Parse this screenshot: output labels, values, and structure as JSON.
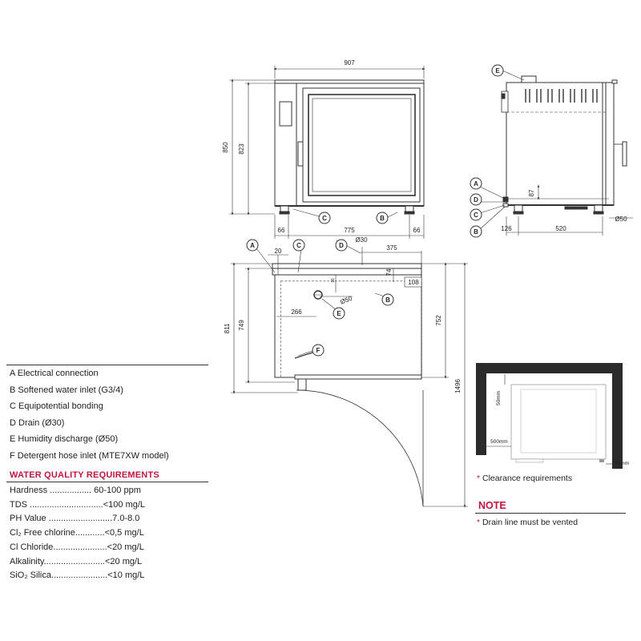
{
  "front_view": {
    "overall_width": "907",
    "overall_height": "850",
    "door_height": "823",
    "leg_span": "775",
    "left_offset": "66",
    "right_offset": "66",
    "callouts": [
      "C",
      "B"
    ]
  },
  "side_view": {
    "callouts": [
      "E",
      "A",
      "D",
      "C",
      "B"
    ],
    "connection_height": "87",
    "front_offset": "126",
    "depth": "520",
    "drain_diameter": "Ø50"
  },
  "top_view": {
    "callouts": [
      "A",
      "C",
      "D",
      "E",
      "B",
      "F"
    ],
    "offset_20": "20",
    "drain_dia": "Ø30",
    "width_375": "375",
    "depth_74": "74",
    "side_108": "108",
    "vent_dia": "Ø50",
    "vent_offset": "266",
    "small_dim": "16",
    "left_depth": "811",
    "inner_depth": "749",
    "right_depth": "752",
    "door_swing": "1496"
  },
  "clearance_diagram": {
    "top_gap": "50mm",
    "side_gap": "500mm",
    "right_gap": "50mm"
  },
  "legend": [
    "A Electrical connection",
    "B Softened water inlet (G3/4)",
    "C Equipotential bonding",
    "D Drain (Ø30)",
    "E Humidity discharge (Ø50)",
    "F Detergent hose inlet (MTE7XW model)"
  ],
  "water_quality": {
    "title": "WATER QUALITY REQUIREMENTS",
    "rows": [
      "Hardness ................. 60-100 ppm",
      "TDS ..............................<100 mg/L",
      "PH Value ..........................7.0-8.0",
      "Cl₂ Free chlorine............<0,5 mg/L",
      "Cl Chloride......................<20 mg/L",
      "Alkalinity.........................<20 mg/L",
      "SiO₂ Silica.......................<10 mg/L"
    ]
  },
  "notes": {
    "clearance_star": "*",
    "clearance": "Clearance requirements",
    "note_title": "NOTE",
    "drain_star": "*",
    "drain": "Drain line must be vented"
  },
  "colors": {
    "accent": "#c2163e",
    "line": "#333333",
    "wall": "#2b2b2b"
  }
}
